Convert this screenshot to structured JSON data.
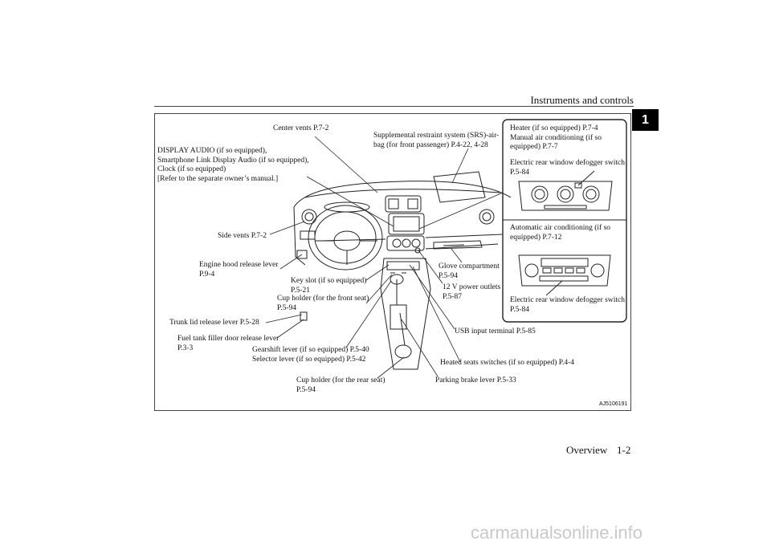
{
  "header": {
    "section": "Instruments and controls",
    "tab_number": "1"
  },
  "figure": {
    "id": "AJ5106191",
    "callouts": {
      "center_vents": "Center vents P.7-2",
      "srs": "Supplemental restraint system (SRS)-air-\nbag (for front passenger) P.4-22, 4-28",
      "display_audio": "DISPLAY AUDIO (if so equipped),\nSmartphone Link Display Audio (if so equipped),\nClock (if so equipped)\n[Refer to the separate owner’s manual.]",
      "side_vents": "Side vents P.7-2",
      "engine_hood": "Engine hood release lever\nP.9-4",
      "key_slot": "Key slot (if so equipped)\nP.5-21",
      "cup_front": "Cup holder (for the front seat)\nP.5-94",
      "trunk": "Trunk lid release lever P.5-28",
      "fuel_door": "Fuel tank filler door release lever\nP.3-3",
      "gearshift": "Gearshift lever (if so equipped) P.5-40\nSelector lever (if so equipped) P.5-42",
      "cup_rear": "Cup holder (for the rear seat)\nP.5-94",
      "glove": "Glove compartment\nP.5-94",
      "power_outlets": "12 V power outlets\nP.5-87",
      "usb": "USB input terminal P.5-85",
      "heated_seats": "Heated seats switches (if so equipped) P.4-4",
      "parking_brake": "Parking brake lever P.5-33"
    },
    "inset_manual": {
      "heater": "Heater (if so equipped) P.7-4\nManual air conditioning (if so\nequipped) P.7-7",
      "defogger": "Electric rear window defogger switch\nP.5-84"
    },
    "inset_auto": {
      "auto_ac": "Automatic air conditioning (if so\nequipped) P.7-12",
      "defogger": "Electric rear window defogger switch\nP.5-84"
    }
  },
  "footer": {
    "chapter": "Overview",
    "page": "1-2"
  },
  "watermark": "carmanualsonline.info"
}
